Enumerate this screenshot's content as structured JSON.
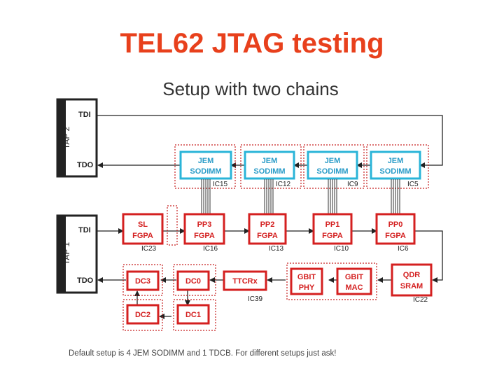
{
  "title": "TEL62 JTAG testing",
  "subtitle": "Setup with two chains",
  "footer": "Default setup is 4 JEM SODIMM and 1 TDCB.  For different setups just ask!",
  "colors": {
    "title": "#e8401c",
    "red_box": "#d42020",
    "cyan_box": "#2ab4d8",
    "dotted": "#c62020",
    "line": "#222222"
  },
  "taps": [
    {
      "name": "TAP 2",
      "tdi": "TDI",
      "tdo": "TDO"
    },
    {
      "name": "TAP 1",
      "tdi": "TDI",
      "tdo": "TDO"
    }
  ],
  "jem": [
    {
      "l1": "JEM",
      "l2": "SODIMM",
      "ic": "IC15"
    },
    {
      "l1": "JEM",
      "l2": "SODIMM",
      "ic": "IC12"
    },
    {
      "l1": "JEM",
      "l2": "SODIMM",
      "ic": "IC9"
    },
    {
      "l1": "JEM",
      "l2": "SODIMM",
      "ic": "IC5"
    }
  ],
  "fpga": [
    {
      "l1": "SL",
      "l2": "FGPA",
      "ic": "IC23"
    },
    {
      "l1": "PP3",
      "l2": "FGPA",
      "ic": "IC16"
    },
    {
      "l1": "PP2",
      "l2": "FGPA",
      "ic": "IC13"
    },
    {
      "l1": "PP1",
      "l2": "FGPA",
      "ic": "IC10"
    },
    {
      "l1": "PP0",
      "l2": "FGPA",
      "ic": "IC6"
    }
  ],
  "bottom": {
    "dc3": "DC3",
    "dc0": "DC0",
    "dc2": "DC2",
    "dc1": "DC1",
    "ttcrx": "TTCRx",
    "ttcrx_ic": "IC39",
    "gbit_phy_l1": "GBIT",
    "gbit_phy_l2": "PHY",
    "gbit_mac_l1": "GBIT",
    "gbit_mac_l2": "MAC",
    "qdr_l1": "QDR",
    "qdr_l2": "SRAM",
    "qdr_ic": "IC22"
  }
}
